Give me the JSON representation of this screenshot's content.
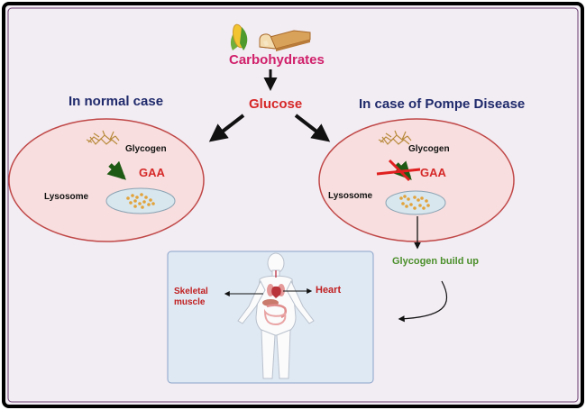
{
  "labels": {
    "carbohydrates": "Carbohydrates",
    "glucose": "Glucose",
    "normal_case_title": "In normal case",
    "pompe_title": "In case of Pompe Disease",
    "glycogen_left": "Glycogen",
    "gaa_left": "GAA",
    "lysosome_left": "Lysosome",
    "glycogen_right": "Glycogen",
    "gaa_right": "GAA",
    "lysosome_right": "Lysosome",
    "glycogen_buildup": "Glycogen build up",
    "skeletal_muscle_line1": "Skeletal",
    "skeletal_muscle_line2": "muscle",
    "heart": "Heart"
  },
  "colors": {
    "background": "#f2ecf3",
    "border": "#000000",
    "cell_fill": "#f8dede",
    "cell_stroke": "#c04848",
    "lysosome_fill": "#d8e6ee",
    "carbohydrates_text": "#d0216b",
    "glucose_text": "#d62828",
    "title_text": "#1f2a6b",
    "gaa_text": "#d62828",
    "buildup_text": "#4a8f2a",
    "organ_text": "#c02020",
    "enzyme_arrow": "#1e5a14",
    "inhibit_cross": "#e02020",
    "body_panel": "#dfe9f4"
  },
  "icons": [
    "corn-icon",
    "bread-icon",
    "glycogen-cluster-icon",
    "glucose-granules-icon",
    "human-body-icon"
  ]
}
